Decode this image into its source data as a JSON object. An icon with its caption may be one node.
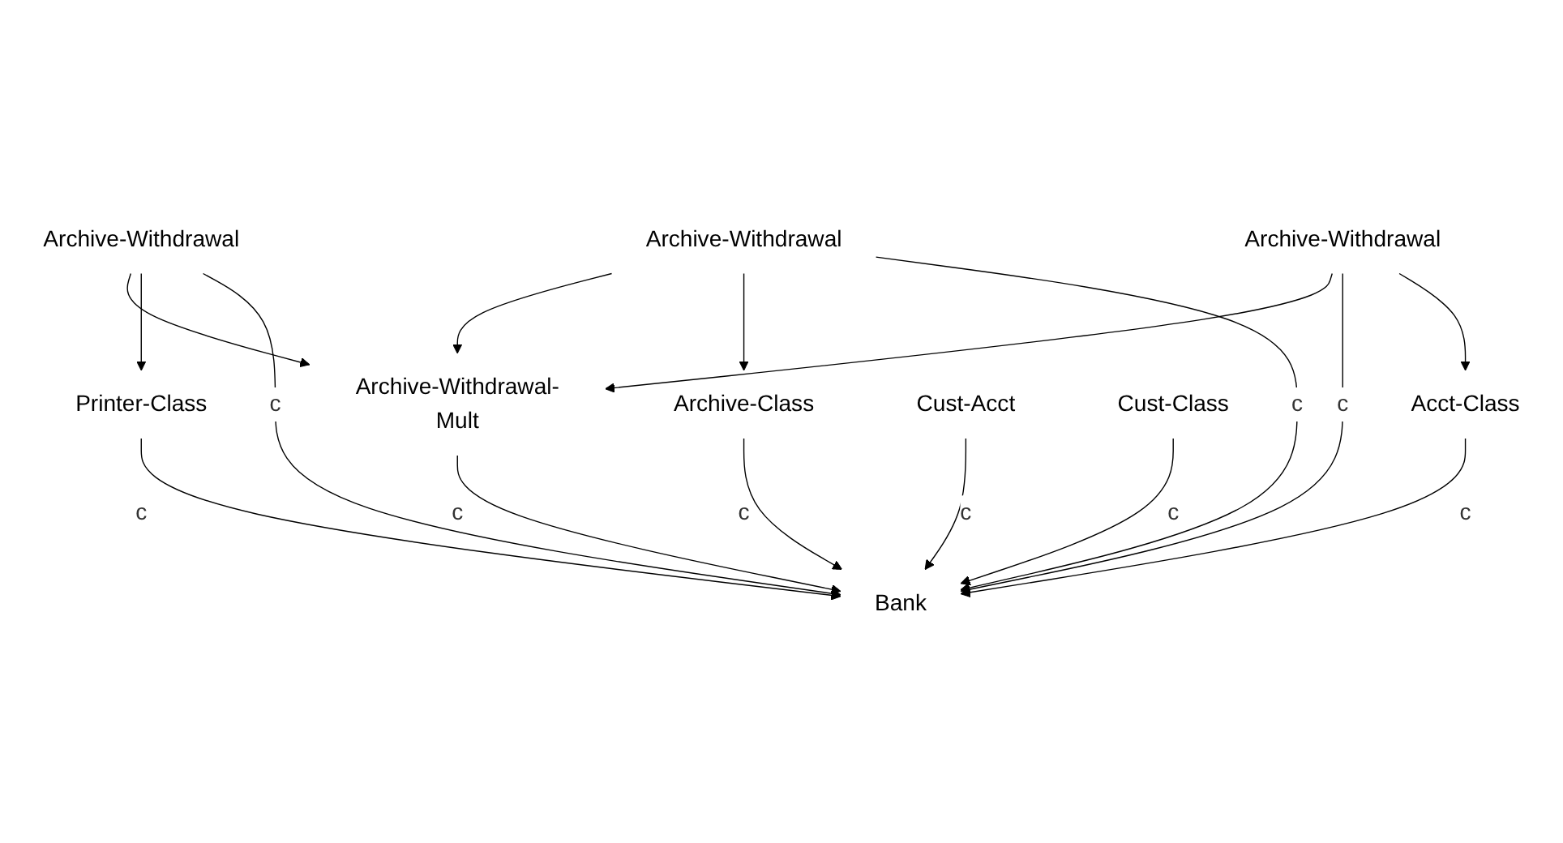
{
  "diagram": {
    "nodes": [
      {
        "text": [
          "Archive-Withdrawal-Mult"
        ]
      },
      {
        "text": [
          "Archive-Withdrawal"
        ]
      },
      {
        "text": [
          "Archive-Withdrawal"
        ]
      },
      {
        "text": [
          "Archive-Withdrawal"
        ]
      },
      {
        "text": [
          "Printer-Class"
        ]
      },
      {
        "text": [
          "Archive-Class"
        ]
      },
      {
        "text": [
          "Acct-Class"
        ]
      },
      {
        "text": [
          "Cust-Acct"
        ]
      },
      {
        "text": [
          "Cust-Class"
        ]
      },
      {
        "text": [
          "Bank"
        ]
      }
    ],
    "edges": [
      {
        "from": 1,
        "to": 0,
        "arrow": "to"
      },
      {
        "from": 2,
        "to": 0,
        "arrow": "to"
      },
      {
        "from": 3,
        "to": 0,
        "arrow": "to"
      },
      {
        "from": 0,
        "to": 9,
        "label": "c",
        "arrow": "to"
      },
      {
        "from": 1,
        "to": 4,
        "arrow": "to"
      },
      {
        "from": 1,
        "to": 9,
        "label": "c",
        "arrow": "to"
      },
      {
        "from": 2,
        "to": 5,
        "arrow": "to"
      },
      {
        "from": 2,
        "to": 9,
        "label": "c",
        "arrow": "to"
      },
      {
        "from": 3,
        "to": 9,
        "label": "c",
        "arrow": "to"
      },
      {
        "from": 3,
        "to": 6,
        "arrow": "to"
      },
      {
        "from": 4,
        "to": 9,
        "label": "c",
        "arrow": "to"
      },
      {
        "from": 5,
        "to": 9,
        "label": "c",
        "arrow": "to"
      },
      {
        "from": 6,
        "to": 9,
        "label": "c",
        "arrow": "to"
      },
      {
        "from": 7,
        "to": 9,
        "label": "c",
        "arrow": "to"
      },
      {
        "from": 8,
        "to": 9,
        "label": "c",
        "arrow": "to"
      }
    ]
  }
}
